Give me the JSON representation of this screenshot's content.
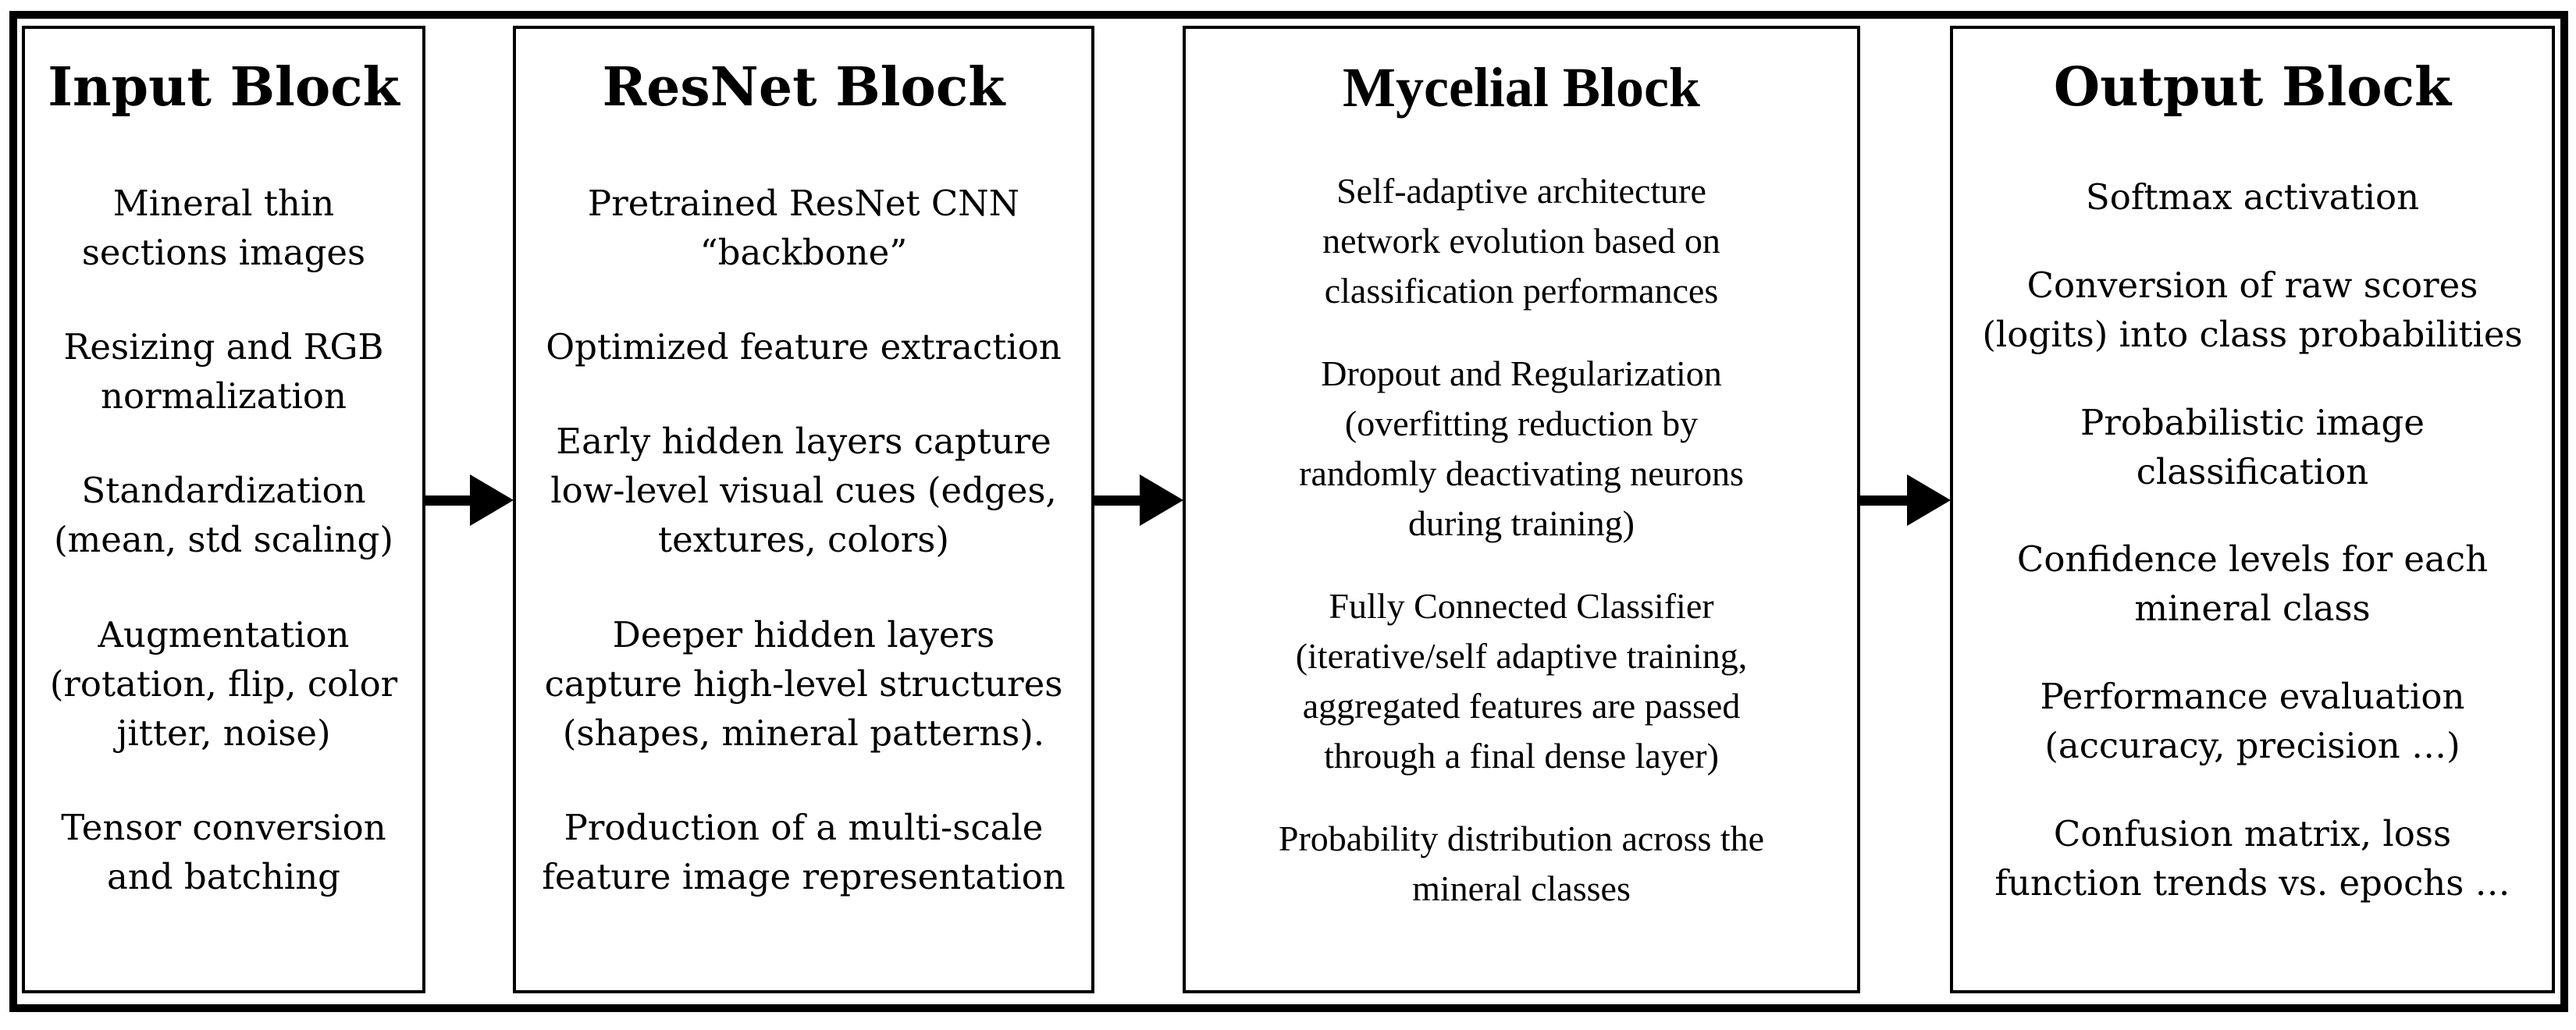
{
  "figure": {
    "colors": {
      "ink": "#000000",
      "background": "#ffffff"
    },
    "blocks": [
      {
        "id": "input-block",
        "title": "Input Block",
        "items": [
          "Mineral thin\nsections images",
          "Resizing and RGB\nnormalization",
          "Standardization\n(mean, std scaling)",
          "Augmentation\n(rotation, flip, color\njitter, noise)",
          "Tensor conversion\nand batching"
        ]
      },
      {
        "id": "resnet-block",
        "title": "ResNet Block",
        "items": [
          "Pretrained ResNet CNN\n“backbone”",
          "Optimized feature extraction",
          "Early hidden layers capture\nlow-level visual cues (edges,\ntextures, colors)",
          "Deeper hidden layers\ncapture high-level structures\n(shapes, mineral patterns).",
          "Production of a multi-scale\nfeature image representation"
        ]
      },
      {
        "id": "mycelial-block",
        "title": "Mycelial Block",
        "items": [
          "Self-adaptive architecture\nnetwork evolution based on\nclassification performances",
          "Dropout and Regularization\n(overfitting reduction by\nrandomly deactivating neurons\nduring training)",
          "Fully Connected Classifier\n(iterative/self adaptive training,\naggregated features are passed\nthrough a final dense layer)",
          "Probability distribution across the\nmineral classes"
        ]
      },
      {
        "id": "output-block",
        "title": "Output Block",
        "items": [
          "Softmax activation",
          "Conversion of raw scores\n(logits) into class probabilities",
          "Probabilistic image\nclassification",
          "Confidence levels for each\nmineral class",
          "Performance evaluation\n(accuracy, precision …)",
          "Confusion matrix, loss\nfunction trends vs. epochs …"
        ]
      }
    ]
  }
}
